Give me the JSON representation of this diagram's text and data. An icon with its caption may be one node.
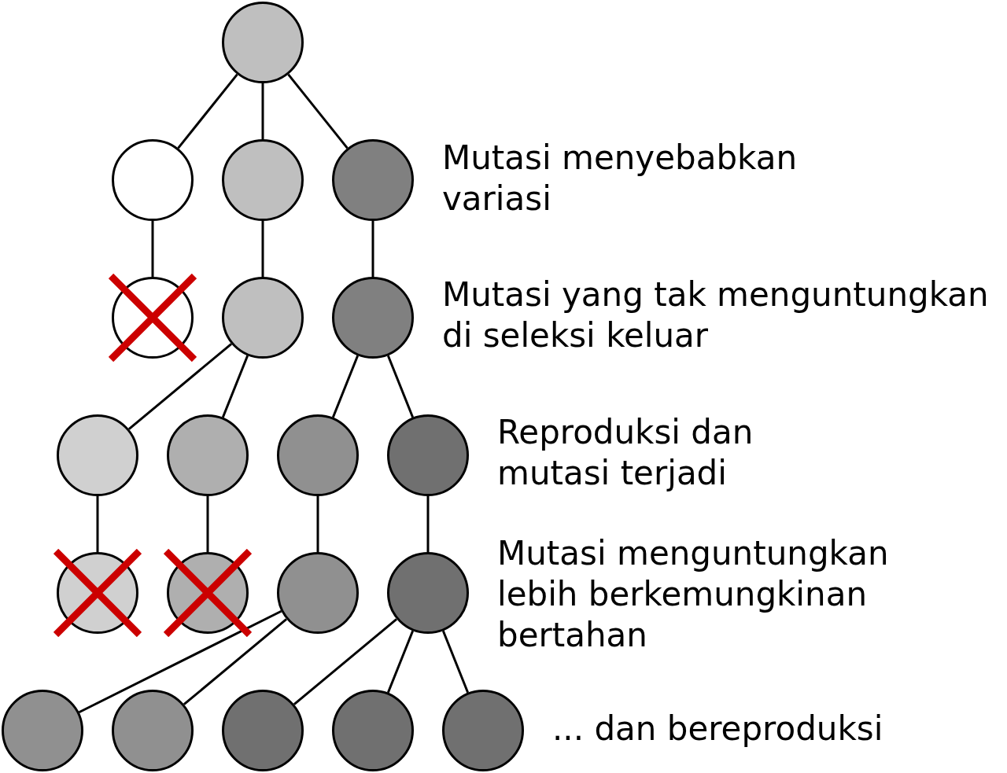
{
  "diagram": {
    "nodes": [
      {
        "text": [],
        "shape": "circle"
      },
      {
        "text": [],
        "shape": "circle"
      },
      {
        "text": [],
        "shape": "circle"
      },
      {
        "text": [],
        "shape": "circle"
      },
      {
        "text": [],
        "shape": "circle"
      },
      {
        "text": [],
        "shape": "circle"
      },
      {
        "text": [],
        "shape": "circle"
      },
      {
        "text": [],
        "shape": "circle"
      },
      {
        "text": [],
        "shape": "circle"
      },
      {
        "text": [],
        "shape": "circle"
      },
      {
        "text": [],
        "shape": "circle"
      },
      {
        "text": [],
        "shape": "circle"
      },
      {
        "text": [],
        "shape": "circle"
      },
      {
        "text": [],
        "shape": "circle"
      },
      {
        "text": [],
        "shape": "circle"
      },
      {
        "text": [],
        "shape": "circle"
      },
      {
        "text": [],
        "shape": "circle"
      },
      {
        "text": [],
        "shape": "circle"
      },
      {
        "text": [],
        "shape": "circle"
      },
      {
        "text": [],
        "shape": "circle"
      }
    ],
    "edges": [
      {
        "from": 0,
        "to": 1,
        "arrow": "none"
      },
      {
        "from": 0,
        "to": 2,
        "arrow": "none"
      },
      {
        "from": 0,
        "to": 3,
        "arrow": "none"
      },
      {
        "from": 1,
        "to": 4,
        "arrow": "none"
      },
      {
        "from": 2,
        "to": 5,
        "arrow": "none"
      },
      {
        "from": 3,
        "to": 6,
        "arrow": "none"
      },
      {
        "from": 5,
        "to": 7,
        "arrow": "none"
      },
      {
        "from": 5,
        "to": 8,
        "arrow": "none"
      },
      {
        "from": 6,
        "to": 9,
        "arrow": "none"
      },
      {
        "from": 6,
        "to": 10,
        "arrow": "none"
      },
      {
        "from": 7,
        "to": 11,
        "arrow": "none"
      },
      {
        "from": 8,
        "to": 12,
        "arrow": "none"
      },
      {
        "from": 9,
        "to": 13,
        "arrow": "none"
      },
      {
        "from": 10,
        "to": 14,
        "arrow": "none"
      },
      {
        "from": 13,
        "to": 15,
        "arrow": "none"
      },
      {
        "from": 13,
        "to": 16,
        "arrow": "none"
      },
      {
        "from": 14,
        "to": 17,
        "arrow": "none"
      },
      {
        "from": 14,
        "to": 18,
        "arrow": "none"
      },
      {
        "from": 14,
        "to": 19,
        "arrow": "none"
      }
    ],
    "labels": [
      "Mutasi menyebabkan variasi",
      "Mutasi yang tak menguntungkan di seleksi keluar",
      "Reproduksi dan mutasi terjadi",
      "Mutasi menguntungkan lebih berkemungkinan bertahan",
      "... dan bereproduksi"
    ]
  }
}
